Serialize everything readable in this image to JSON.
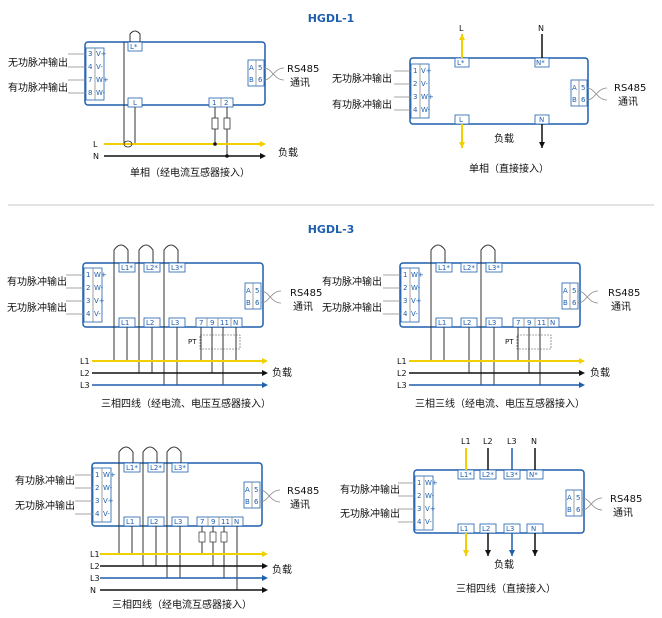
{
  "titles": {
    "hgdl1": "HGDL-1",
    "hgdl3": "HGDL-3"
  },
  "colors": {
    "L1": "#f0d000",
    "L2": "#111111",
    "L3": "#1f5fae",
    "N": "#111111",
    "box": "#1f5fae",
    "title": "#1f5fae",
    "divider": "#c8c8c8"
  },
  "labels": {
    "wugong": "无功脉冲输出",
    "yougong": "有功脉冲输出",
    "rs485": "RS485",
    "tongxun": "通讯",
    "fuzai": "负载",
    "pt": "PT"
  },
  "diagrams": [
    {
      "id": "d1",
      "caption": "单相（经电流互感器接入）",
      "top_terms": [
        "L*"
      ],
      "bottom_terms": [
        "L",
        "1",
        "2"
      ],
      "left_terms": [
        "3",
        "4",
        "7",
        "8"
      ],
      "left_subs": [
        "V+",
        "V-",
        "W+",
        "W-"
      ],
      "rs_terms": [
        "A",
        "B",
        "5",
        "6"
      ],
      "pulse": [
        "无功脉冲输出",
        "有功脉冲输出"
      ],
      "lines": [
        "L",
        "N"
      ]
    },
    {
      "id": "d2",
      "caption": "单相（直接接入）",
      "top_terms": [
        "L*",
        "N*"
      ],
      "bottom_terms": [
        "L",
        "N"
      ],
      "left_terms": [
        "1",
        "2",
        "3",
        "4"
      ],
      "left_subs": [
        "V+",
        "V-",
        "W+",
        "W-"
      ],
      "rs_terms": [
        "A",
        "B",
        "5",
        "6"
      ],
      "pulse": [
        "无功脉冲输出",
        "有功脉冲输出"
      ],
      "lines": [
        "L",
        "N"
      ]
    },
    {
      "id": "d3",
      "caption": "三相四线（经电流、电压互感器接入）",
      "top_terms": [
        "L1*",
        "L2*",
        "L3*"
      ],
      "bottom_terms": [
        "L1",
        "L2",
        "L3",
        "7",
        "9",
        "11",
        "N"
      ],
      "left_terms": [
        "1",
        "2",
        "3",
        "4"
      ],
      "left_subs": [
        "W+",
        "W-",
        "V+",
        "V-"
      ],
      "rs_terms": [
        "A",
        "B",
        "5",
        "6"
      ],
      "pulse": [
        "有功脉冲输出",
        "无功脉冲输出"
      ],
      "lines": [
        "L1",
        "L2",
        "L3"
      ]
    },
    {
      "id": "d4",
      "caption": "三相三线（经电流、电压互感器接入）",
      "top_terms": [
        "L1*",
        "L2*",
        "L3*"
      ],
      "bottom_terms": [
        "L1",
        "L2",
        "L3",
        "7",
        "9",
        "11",
        "N"
      ],
      "left_terms": [
        "1",
        "2",
        "3",
        "4"
      ],
      "left_subs": [
        "W+",
        "W-",
        "V+",
        "V-"
      ],
      "rs_terms": [
        "A",
        "B",
        "5",
        "6"
      ],
      "pulse": [
        "有功脉冲输出",
        "无功脉冲输出"
      ],
      "lines": [
        "L1",
        "L2",
        "L3"
      ]
    },
    {
      "id": "d5",
      "caption": "三相四线（经电流互感器接入）",
      "top_terms": [
        "L1*",
        "L2*",
        "L3*"
      ],
      "bottom_terms": [
        "L1",
        "L2",
        "L3",
        "7",
        "9",
        "11",
        "N"
      ],
      "left_terms": [
        "1",
        "2",
        "3",
        "4"
      ],
      "left_subs": [
        "W+",
        "W-",
        "V+",
        "V-"
      ],
      "rs_terms": [
        "A",
        "B",
        "5",
        "6"
      ],
      "pulse": [
        "有功脉冲输出",
        "无功脉冲输出"
      ],
      "lines": [
        "L1",
        "L2",
        "L3",
        "N"
      ]
    },
    {
      "id": "d6",
      "caption": "三相四线（直接接入）",
      "top_terms": [
        "L1*",
        "L2*",
        "L3*",
        "N*"
      ],
      "bottom_terms": [
        "L1",
        "L2",
        "L3",
        "N"
      ],
      "left_terms": [
        "1",
        "2",
        "3",
        "4"
      ],
      "left_subs": [
        "W+",
        "W-",
        "V+",
        "V-"
      ],
      "rs_terms": [
        "A",
        "B",
        "5",
        "6"
      ],
      "pulse": [
        "有功脉冲输出",
        "无功脉冲输出"
      ],
      "lines": [
        "L1",
        "L2",
        "L3",
        "N"
      ]
    }
  ]
}
